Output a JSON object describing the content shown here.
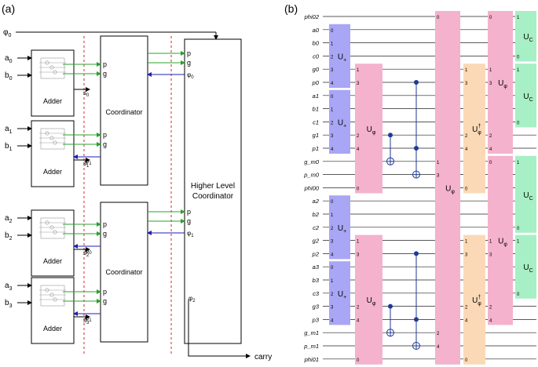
{
  "panel_a": {
    "label": "(a)",
    "phi0_input": "φ",
    "phi0_sub": "0",
    "adder_label": "Adder",
    "coordinator_label": "Coordinator",
    "higher_level_line1": "Higher Level",
    "higher_level_line2": "Coordinator",
    "carry_label": "carry",
    "p_label": "p",
    "g_label": "g",
    "phi_symbol": "φ",
    "input_a": "a",
    "input_b": "b",
    "sum_s": "s",
    "sub0": "0",
    "sub1": "1",
    "sub2": "2",
    "sub3": "3",
    "phi_out_sub": "2",
    "colors": {
      "green": "#2ca02c",
      "blue": "#1f1fb4",
      "red_dash": "#d62728",
      "gray": "#888888"
    }
  },
  "panel_b": {
    "label": "(b)",
    "wires": [
      "phi02",
      "a0",
      "b0",
      "c0",
      "g0",
      "p0",
      "a1",
      "b1",
      "c1",
      "g1",
      "p1",
      "g_m0",
      "p_m0",
      "phi00",
      "a2",
      "b2",
      "c2",
      "g2",
      "p2",
      "a3",
      "b3",
      "c3",
      "g3",
      "p3",
      "g_m1",
      "p_m1",
      "phi01"
    ],
    "U_plus": "U",
    "U_plus_sub": "+",
    "U_phi": "U",
    "U_phi_sub": "φ",
    "U_phi_dag_sup": "†",
    "U_c": "U",
    "U_c_sub": "C",
    "pin0": "0",
    "pin1": "1",
    "pin2": "2",
    "pin3": "3",
    "pin4": "4",
    "colors": {
      "violet": "#a9a6f5",
      "pink": "#f4b2cd",
      "peach": "#fbd9b6",
      "mint": "#a7efc5",
      "control": "#1f3a93"
    }
  }
}
